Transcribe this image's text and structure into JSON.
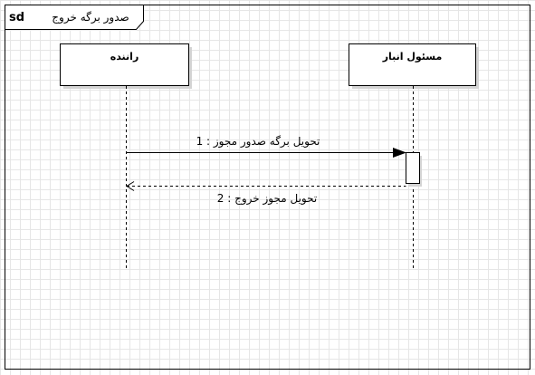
{
  "frame": {
    "keyword": "sd",
    "name": "صدور برگه خروج"
  },
  "lifelines": [
    {
      "id": "driver",
      "label": "راننده"
    },
    {
      "id": "warehouse",
      "label": "مسئول انبار"
    }
  ],
  "messages": [
    {
      "number": "1",
      "text": "تحویل برگه صدور مجوز : 1",
      "type": "sync"
    },
    {
      "number": "2",
      "text": "تحویل مجوز خروج : 2",
      "type": "return"
    }
  ],
  "colors": {
    "line": "#000000",
    "shadow": "#d4d4d4",
    "grid": "#e6e6e6"
  }
}
